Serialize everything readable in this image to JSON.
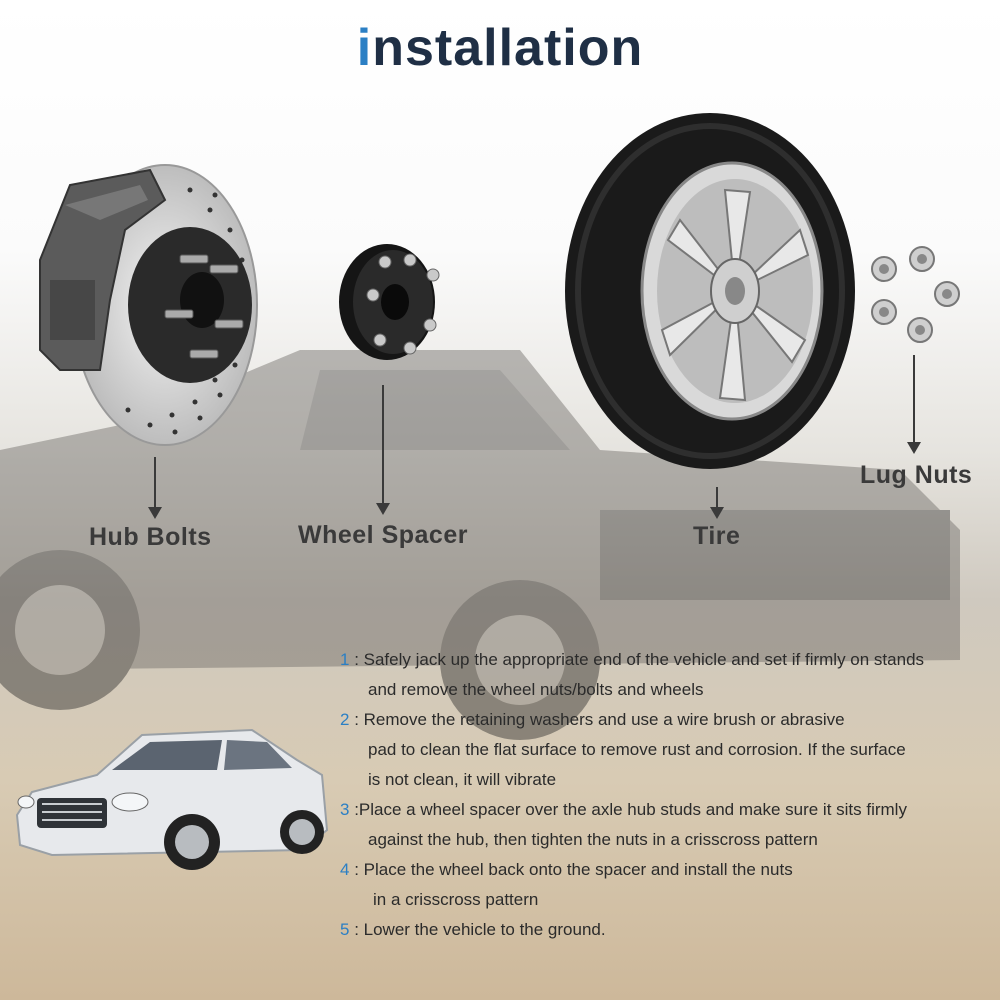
{
  "title": {
    "first_letter": "i",
    "rest": "nstallation"
  },
  "parts": {
    "hub_bolts": "Hub Bolts",
    "wheel_spacer": "Wheel Spacer",
    "tire": "Tire",
    "lug_nuts": "Lug Nuts"
  },
  "steps": [
    {
      "number": "1",
      "sep": " : ",
      "line1": "Safely jack up the appropriate end of the vehicle and set if firmly on stands",
      "line2": "and remove the wheel nuts/bolts and wheels",
      "line3": ""
    },
    {
      "number": "2",
      "sep": " : ",
      "line1": "Remove the retaining washers and use a wire brush or abrasive",
      "line2": "pad to clean the flat surface to remove rust and corrosion. If the surface",
      "line3": "is not clean, it will vibrate"
    },
    {
      "number": "3",
      "sep": " :",
      "line1": "Place a wheel spacer over the axle hub studs and make sure it sits firmly",
      "line2": "against the hub, then tighten the nuts in a crisscross pattern",
      "line3": ""
    },
    {
      "number": "4",
      "sep": " : ",
      "line1": "Place the wheel back onto the spacer and install the nuts",
      "line2": "in a crisscross pattern",
      "line3": ""
    },
    {
      "number": "5",
      "sep": " : ",
      "line1": "Lower the vehicle to the ground.",
      "line2": "",
      "line3": ""
    }
  ],
  "colors": {
    "accent": "#2b7fc4",
    "title": "#1f2f45",
    "label": "#3a3a3a"
  }
}
